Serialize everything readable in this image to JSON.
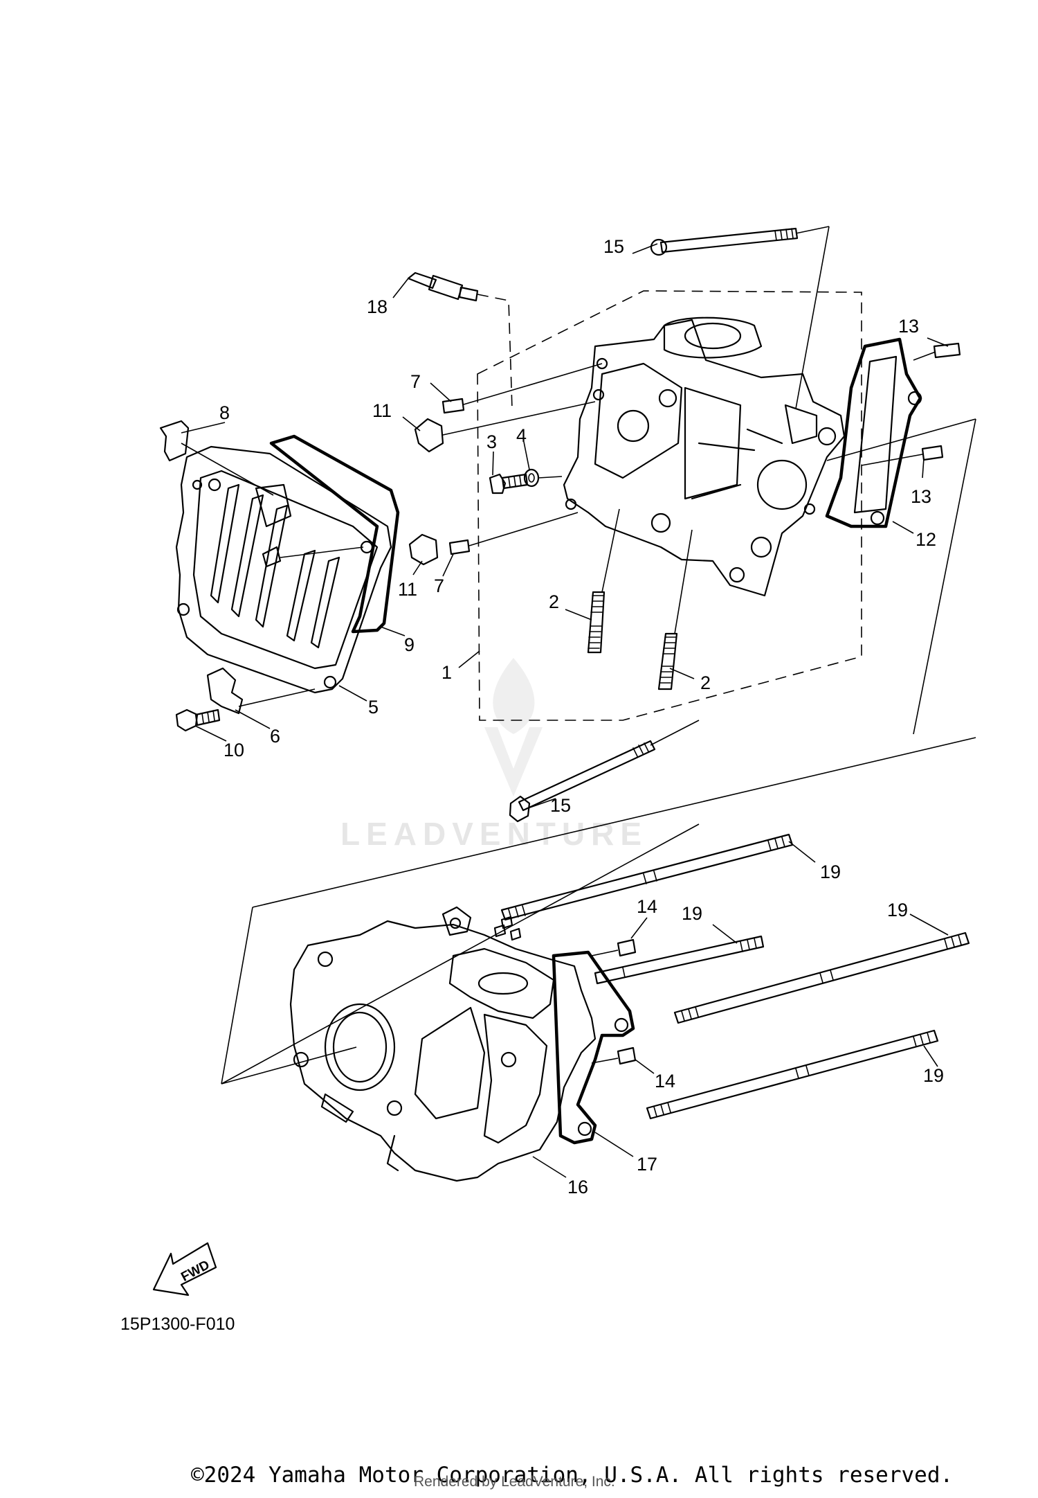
{
  "diagram": {
    "callouts": [
      {
        "id": "c15a",
        "label": "15"
      },
      {
        "id": "c18",
        "label": "18"
      },
      {
        "id": "c13a",
        "label": "13"
      },
      {
        "id": "c7a",
        "label": "7"
      },
      {
        "id": "c11a",
        "label": "11"
      },
      {
        "id": "c8",
        "label": "8"
      },
      {
        "id": "c3",
        "label": "3"
      },
      {
        "id": "c4",
        "label": "4"
      },
      {
        "id": "c13b",
        "label": "13"
      },
      {
        "id": "c12",
        "label": "12"
      },
      {
        "id": "c11b",
        "label": "11"
      },
      {
        "id": "c7b",
        "label": "7"
      },
      {
        "id": "c2a",
        "label": "2"
      },
      {
        "id": "c9",
        "label": "9"
      },
      {
        "id": "c1",
        "label": "1"
      },
      {
        "id": "c2b",
        "label": "2"
      },
      {
        "id": "c5",
        "label": "5"
      },
      {
        "id": "c6",
        "label": "6"
      },
      {
        "id": "c10",
        "label": "10"
      },
      {
        "id": "c15b",
        "label": "15"
      },
      {
        "id": "c19a",
        "label": "19"
      },
      {
        "id": "c14a",
        "label": "14"
      },
      {
        "id": "c19b",
        "label": "19"
      },
      {
        "id": "c19c",
        "label": "19"
      },
      {
        "id": "c14b",
        "label": "14"
      },
      {
        "id": "c19d",
        "label": "19"
      },
      {
        "id": "c17",
        "label": "17"
      },
      {
        "id": "c16",
        "label": "16"
      }
    ],
    "fwd_label": "FWD",
    "diagram_code": "15P1300-F010",
    "watermark": "LEADVENTURE"
  },
  "footer": {
    "copyright": "©2024 Yamaha Motor Corporation, U.S.A. All rights reserved.",
    "rendered_by": "Rendered by LeadVenture, Inc."
  }
}
